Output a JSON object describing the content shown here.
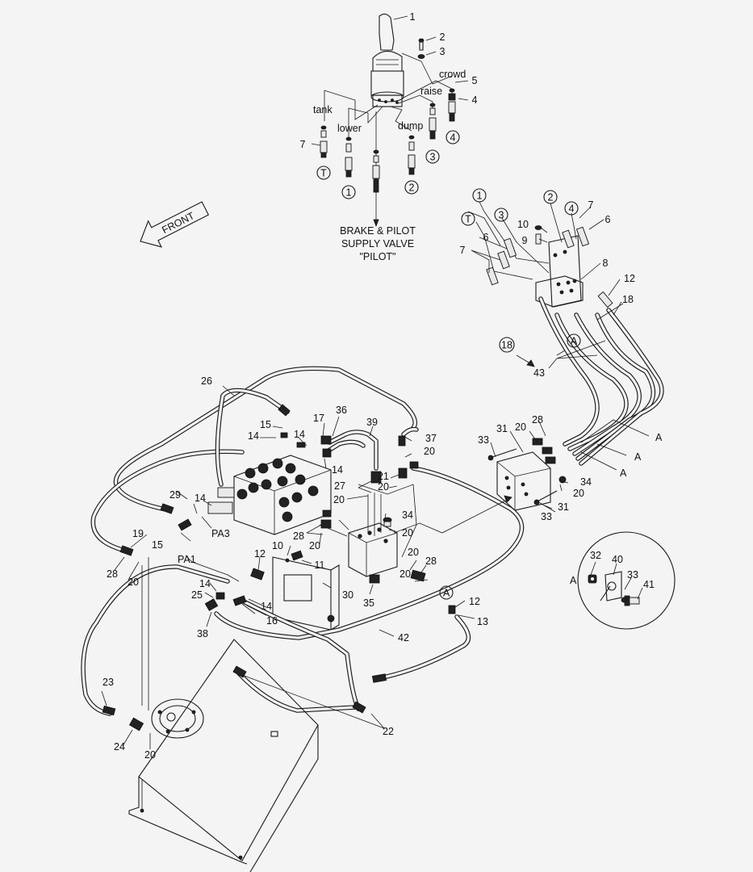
{
  "callouts": {
    "c1": "1",
    "c2": "2",
    "c3": "3",
    "c4": "4",
    "c5": "5",
    "c6": "6",
    "c6b": "6",
    "c7a": "7",
    "c7b": "7",
    "c7c": "7",
    "c8": "8",
    "c9": "9",
    "c10a": "10",
    "c10b": "10",
    "c11": "11",
    "c12a": "12",
    "c12b": "12",
    "c12c": "12",
    "c13": "13",
    "c14a": "14",
    "c14b": "14",
    "c14c": "14",
    "c14d": "14",
    "c14e": "14",
    "c14f": "14",
    "c15a": "15",
    "c15b": "15",
    "c16": "16",
    "c17": "17",
    "c18": "18",
    "c19": "19",
    "c20a": "20",
    "c20b": "20",
    "c20c": "20",
    "c20d": "20",
    "c20e": "20",
    "c20f": "20",
    "c20g": "20",
    "c20h": "20",
    "c20i": "20",
    "c20j": "20",
    "c20k": "20",
    "c21": "21",
    "c22": "22",
    "c23": "23",
    "c24": "24",
    "c25": "25",
    "c26": "26",
    "c27": "27",
    "c28a": "28",
    "c28b": "28",
    "c28c": "28",
    "c28d": "28",
    "c29": "29",
    "c30": "30",
    "c31a": "31",
    "c31b": "31",
    "c32": "32",
    "c33a": "33",
    "c33b": "33",
    "c33c": "33",
    "c34a": "34",
    "c34b": "34",
    "c35": "35",
    "c36": "36",
    "c37": "37",
    "c38": "38",
    "c39": "39",
    "c40": "40",
    "c41": "41",
    "c42": "42",
    "c43": "43"
  },
  "port_labels": {
    "tank": "tank",
    "lower": "lower",
    "dump": "dump",
    "raise": "raise",
    "crowd": "crowd",
    "pa1": "PA1",
    "pa3": "PA3"
  },
  "circle_markers": {
    "t_top": "T",
    "one_top": "1",
    "two_top": "2",
    "three_top": "3",
    "four_top": "4",
    "t_right": "T",
    "one_right": "1",
    "two_right": "2",
    "three_right": "3",
    "four_right": "4",
    "a_manifold": "A",
    "a_bottom": "A",
    "eighteen": "18"
  },
  "detail_a": {
    "letters": [
      "A",
      "A",
      "A"
    ],
    "detail_label": "A"
  },
  "front_arrow": "FRONT",
  "brake_label": [
    "BRAKE & PILOT",
    "SUPPLY VALVE",
    "\"PILOT\""
  ]
}
